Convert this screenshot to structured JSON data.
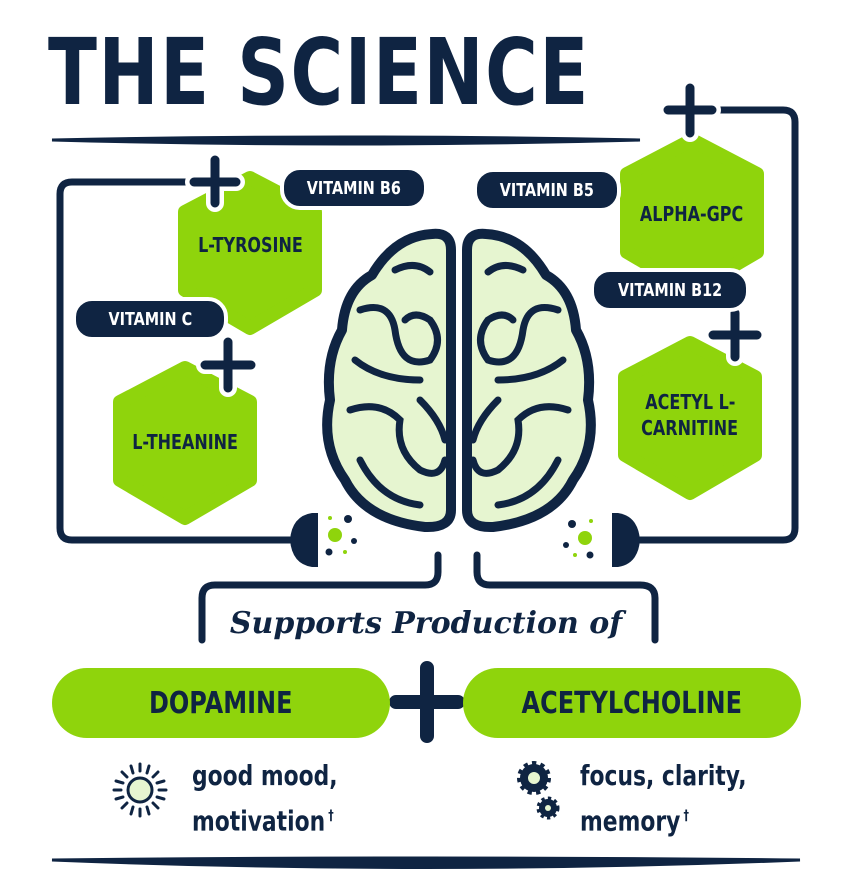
{
  "title": "THE SCIENCE",
  "ingredients": {
    "l_tyrosine": "L-TYROSINE",
    "l_theanine": "L-THEANINE",
    "alpha_gpc": "ALPHA-GPC",
    "acetyl_l_carnitine_line1": "ACETYL L-",
    "acetyl_l_carnitine_line2": "CARNITINE"
  },
  "vitamins": {
    "b6": "VITAMIN B6",
    "b5": "VITAMIN B5",
    "c": "VITAMIN C",
    "b12": "VITAMIN B12"
  },
  "subtitle": "Supports Production of",
  "neurotransmitters": {
    "left": "DOPAMINE",
    "right": "ACETYLCHOLINE"
  },
  "benefits": {
    "left_line1": "good mood,",
    "left_line2": "motivation",
    "right_line1": "focus, clarity,",
    "right_line2": "memory",
    "dagger": "†"
  },
  "icons": [
    "plus-icon",
    "brain-icon",
    "plug-icon",
    "sun-icon",
    "gears-icon"
  ],
  "colors": {
    "navy": "#0f2442",
    "green": "#8fd40c",
    "light_green": "#e6f5d0"
  }
}
